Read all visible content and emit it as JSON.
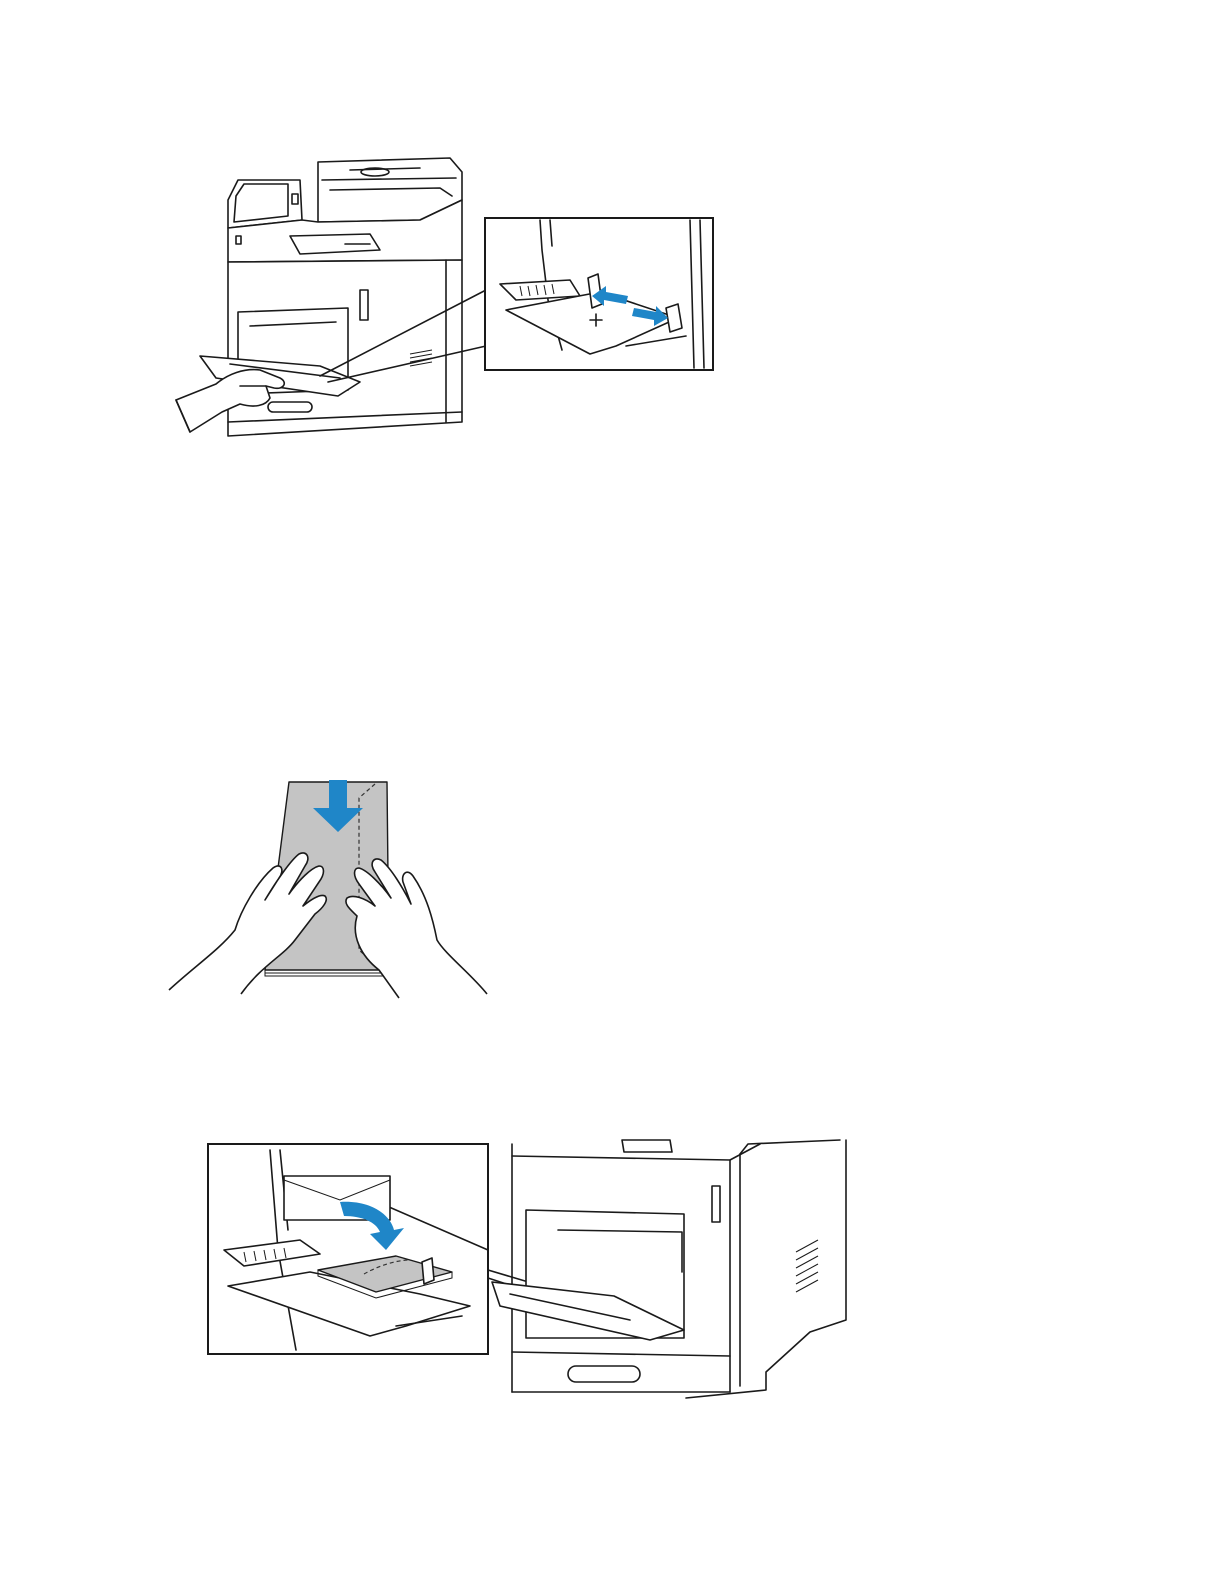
{
  "figures": [
    {
      "id": "printer-bypass-guides",
      "icon": "printer-illustration"
    },
    {
      "id": "envelope-stack-press",
      "icon": "envelope-illustration"
    },
    {
      "id": "envelope-load-bypass",
      "icon": "printer-illustration"
    }
  ],
  "colors": {
    "accent_arrow": "#1f86c8",
    "envelope_fill": "#c4c4c4",
    "line": "#1a1a1a"
  }
}
